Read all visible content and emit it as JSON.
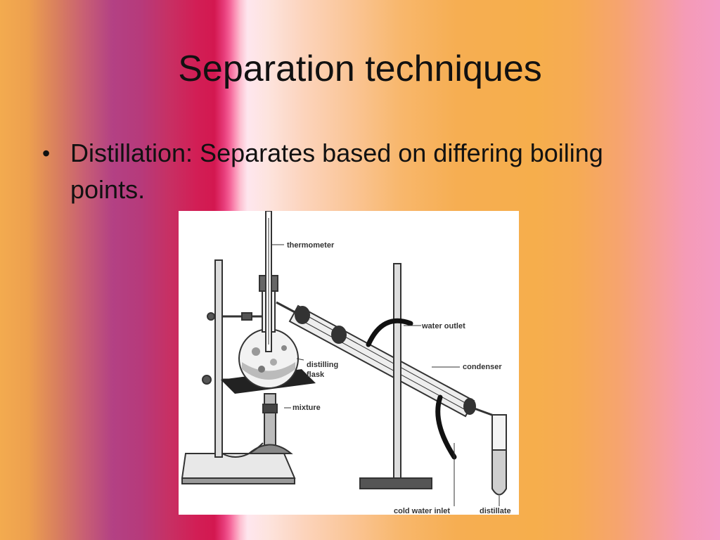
{
  "slide": {
    "title": "Separation techniques",
    "bullets": [
      "Distillation: Separates based on differing boiling points."
    ]
  },
  "figure": {
    "labels": {
      "thermometer": "thermometer",
      "water_outlet": "water outlet",
      "distilling_flask_line1": "distilling",
      "distilling_flask_line2": "flask",
      "condenser": "condenser",
      "mixture": "mixture",
      "cold_water_inlet": "cold water inlet",
      "distillate": "distillate"
    }
  }
}
